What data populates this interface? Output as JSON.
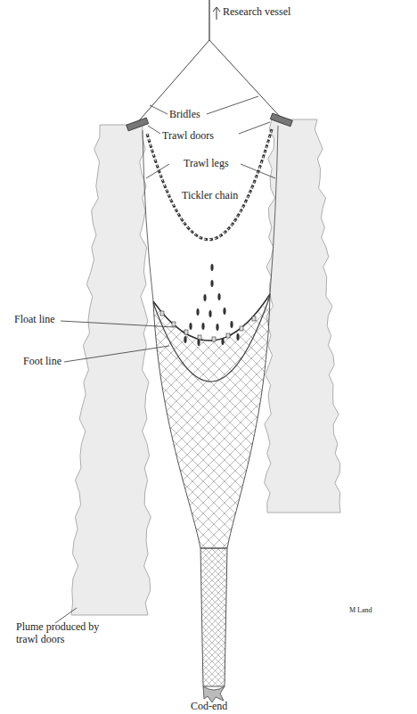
{
  "diagram": {
    "labels": [
      "Research vessel",
      "Bridles",
      "Trawl doors",
      "Trawl legs",
      "Tickler chain",
      "Float line",
      "Foot line",
      "Plume produced by trawl doors",
      "Cod-end",
      "M Land"
    ]
  }
}
